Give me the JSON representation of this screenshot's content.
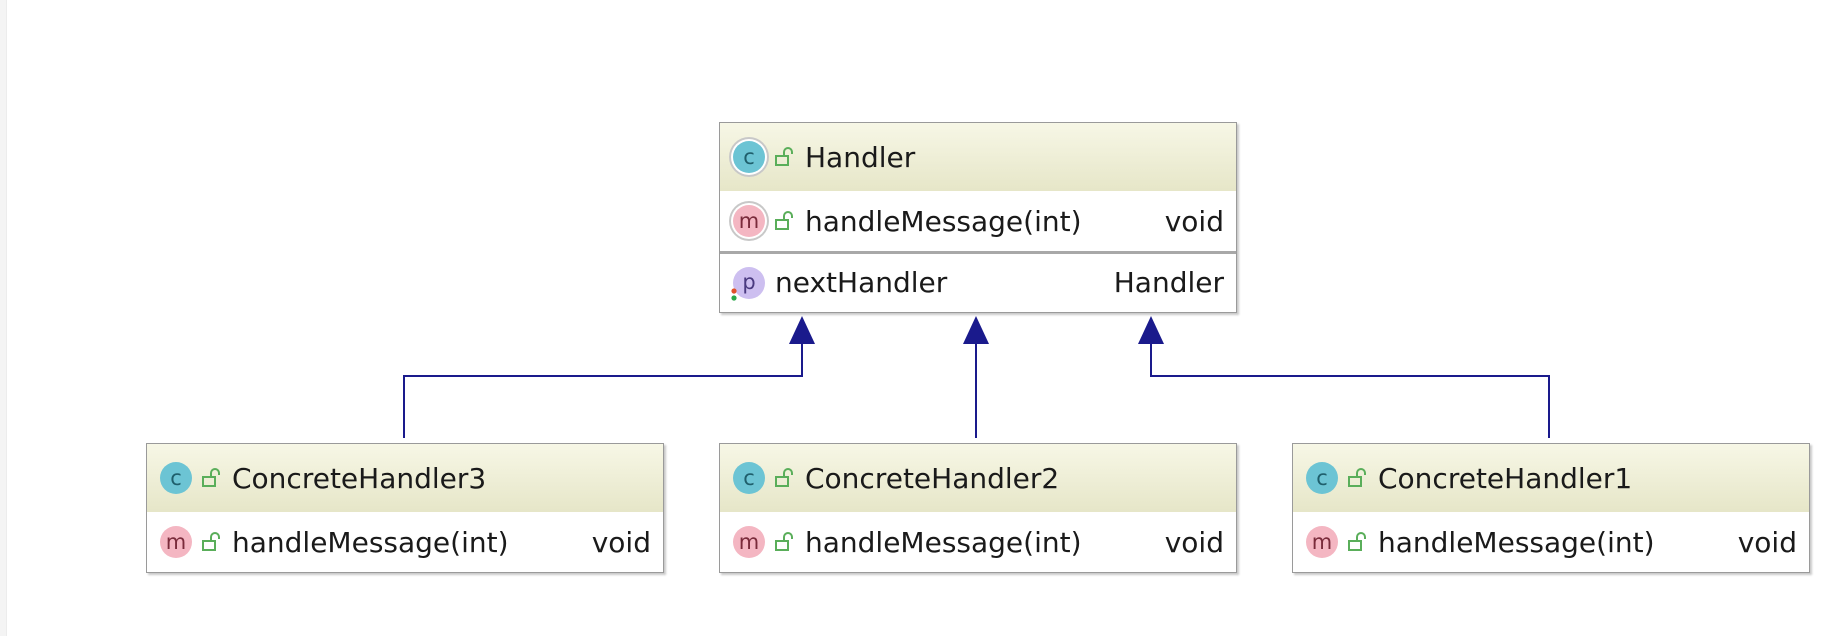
{
  "diagram": {
    "classes": [
      {
        "name": "Handler",
        "stereotype_icon": "abstract-class-icon",
        "methods": [
          {
            "name": "handleMessage(int)",
            "type": "void",
            "icon": "abstract-method-icon"
          }
        ],
        "properties": [
          {
            "name": "nextHandler",
            "type": "Handler",
            "icon": "property-icon"
          }
        ]
      },
      {
        "name": "ConcreteHandler3",
        "stereotype_icon": "class-icon",
        "methods": [
          {
            "name": "handleMessage(int)",
            "type": "void",
            "icon": "method-icon"
          }
        ]
      },
      {
        "name": "ConcreteHandler2",
        "stereotype_icon": "class-icon",
        "methods": [
          {
            "name": "handleMessage(int)",
            "type": "void",
            "icon": "method-icon"
          }
        ]
      },
      {
        "name": "ConcreteHandler1",
        "stereotype_icon": "class-icon",
        "methods": [
          {
            "name": "handleMessage(int)",
            "type": "void",
            "icon": "method-icon"
          }
        ]
      }
    ],
    "relations": [
      {
        "type": "generalization",
        "from": "ConcreteHandler3",
        "to": "Handler"
      },
      {
        "type": "generalization",
        "from": "ConcreteHandler2",
        "to": "Handler"
      },
      {
        "type": "generalization",
        "from": "ConcreteHandler1",
        "to": "Handler"
      }
    ],
    "icon_letters": {
      "class": "c",
      "method": "m",
      "property": "p"
    },
    "colors": {
      "header_top": "#f7f7e6",
      "header_bottom": "#e6e6c8",
      "edge": "#1a1a8c",
      "class_icon": "#6cc4d4",
      "method_icon": "#f4b6c2",
      "property_icon": "#cdbff0",
      "public_lock": "#5aae5a"
    }
  }
}
